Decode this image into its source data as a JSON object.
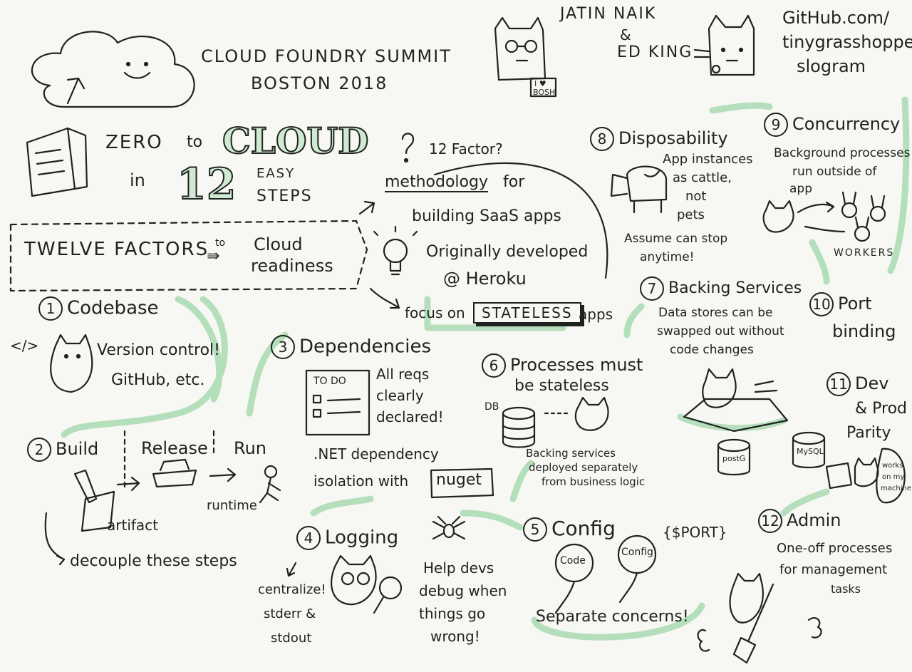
{
  "header": {
    "event_line1": "CLOUD FOUNDRY SUMMIT",
    "event_line2": "BOSTON 2018",
    "speaker1": "JATIN NAIK",
    "ampersand": "&",
    "speaker2": "ED KING",
    "cat_sign_line1": "I ♥",
    "cat_sign_line2": "BOSH",
    "link_line1": "GitHub.com/",
    "link_line2": "tinygrasshopper/",
    "link_line3": "slogram"
  },
  "title": {
    "zero": "ZERO",
    "to": "to",
    "cloud": "CLOUD",
    "in": "in",
    "twelve": "12",
    "easy": "EASY",
    "steps": "STEPS"
  },
  "banner": {
    "left": "TWELVE FACTORS",
    "to": "to",
    "right_line1": "Cloud",
    "right_line2": "readiness"
  },
  "intro": {
    "question": "12 Factor?",
    "methodology": "methodology",
    "for": "for",
    "building": "building SaaS apps",
    "originally": "Originally developed",
    "heroku": "@ Heroku",
    "focus_on": "focus on",
    "stateless": "STATELESS",
    "apps": "apps"
  },
  "factors": {
    "f1": {
      "num": "1",
      "title": "Codebase",
      "tag": "</>",
      "line1": "Version control!",
      "line2": "GitHub, etc."
    },
    "f2": {
      "num": "2",
      "build": "Build",
      "release": "Release",
      "run": "Run",
      "artifact": "artifact",
      "runtime": "runtime",
      "note": "decouple these steps"
    },
    "f3": {
      "num": "3",
      "title": "Dependencies",
      "todo": "TO DO",
      "line1": "All reqs",
      "line2": "clearly",
      "line3": "declared!",
      "net1": ".NET dependency",
      "net2": "isolation with",
      "nuget": "nuget"
    },
    "f4": {
      "num": "4",
      "title": "Logging",
      "c1": "centralize!",
      "c2": "stderr &",
      "c3": "stdout",
      "h1": "Help devs",
      "h2": "debug when",
      "h3": "things go",
      "h4": "wrong!"
    },
    "f5": {
      "num": "5",
      "title": "Config",
      "code": "Code",
      "config": "Config",
      "port": "{$PORT}",
      "note": "Separate concerns!"
    },
    "f6": {
      "num": "6",
      "title1": "Processes must",
      "title2": "be stateless",
      "db": "DB",
      "n1": "Backing services",
      "n2": "deployed separately",
      "n3": "from business logic"
    },
    "f7": {
      "num": "7",
      "title": "Backing Services",
      "l1": "Data stores can be",
      "l2": "swapped out without",
      "l3": "code changes",
      "postgres": "postG",
      "mysql": "MySQL"
    },
    "f8": {
      "num": "8",
      "title": "Disposability",
      "l1": "App instances",
      "l2": "as cattle,",
      "l3": "not",
      "l4": "pets",
      "l5": "Assume can stop",
      "l6": "anytime!"
    },
    "f9": {
      "num": "9",
      "title": "Concurrency",
      "l1": "Background processes",
      "l2": "run outside of",
      "l3": "app",
      "workers": "WORKERS"
    },
    "f10": {
      "num": "10",
      "title1": "Port",
      "title2": "binding"
    },
    "f11": {
      "num": "11",
      "title1": "Dev",
      "title2": "& Prod",
      "title3": "Parity",
      "bubble1": "works",
      "bubble2": "on my",
      "bubble3": "machine"
    },
    "f12": {
      "num": "12",
      "title": "Admin",
      "l1": "One-off processes",
      "l2": "for management",
      "l3": "tasks"
    }
  },
  "colors": {
    "ink": "#1f231f",
    "highlight": "#a9dbb2",
    "paper": "#f7f7f3"
  }
}
